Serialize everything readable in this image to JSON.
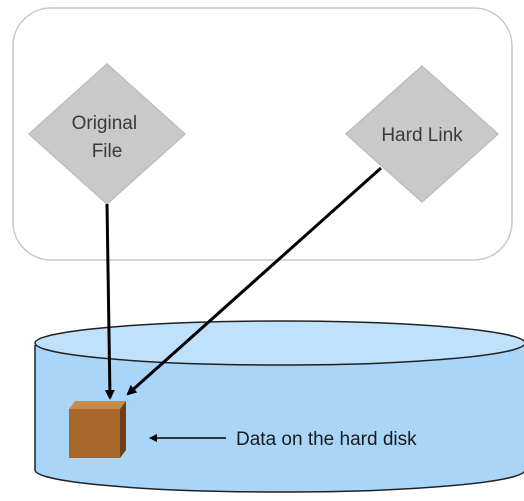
{
  "nodes": {
    "original_file": {
      "line1": "Original",
      "line2": "File"
    },
    "hard_link": {
      "label": "Hard Link"
    }
  },
  "disk": {
    "caption": "Data on the hard disk"
  },
  "colors": {
    "container_border": "#c7c7c7",
    "diamond_fill": "#c9c9c9",
    "diamond_stroke": "#bdbdbd",
    "arrow": "#000000",
    "disk_top": "#bfe1fb",
    "disk_body": "#a9d5f8",
    "disk_stroke": "#222222",
    "block_front": "#a8672a",
    "block_top": "#c98a47",
    "block_side": "#6f3f14"
  }
}
